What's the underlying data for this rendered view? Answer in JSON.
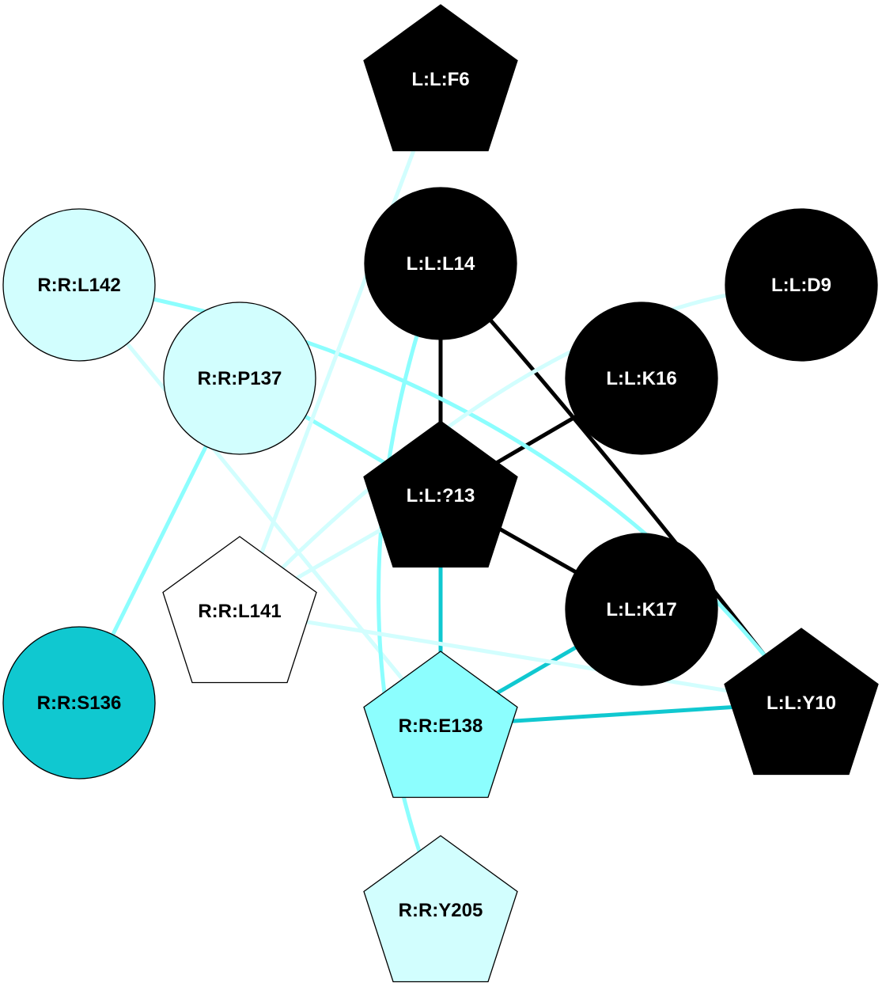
{
  "title": "Residue interaction network",
  "colors": {
    "black": "#000000",
    "white": "#ffffff",
    "pale_cyan": "#d2fefe",
    "cyan": "#8cfefe",
    "teal": "#10c8d0"
  },
  "nodes": [
    {
      "id": "F6",
      "label": "L:L:F6",
      "shape": "pentagon",
      "fill": "#000000",
      "text": "#ffffff"
    },
    {
      "id": "L14",
      "label": "L:L:L14",
      "shape": "circle",
      "fill": "#000000",
      "text": "#ffffff"
    },
    {
      "id": "D9",
      "label": "L:L:D9",
      "shape": "circle",
      "fill": "#000000",
      "text": "#ffffff"
    },
    {
      "id": "K16",
      "label": "L:L:K16",
      "shape": "circle",
      "fill": "#000000",
      "text": "#ffffff"
    },
    {
      "id": "Q13",
      "label": "L:L:?13",
      "shape": "pentagon",
      "fill": "#000000",
      "text": "#ffffff"
    },
    {
      "id": "K17",
      "label": "L:L:K17",
      "shape": "circle",
      "fill": "#000000",
      "text": "#ffffff"
    },
    {
      "id": "Y10",
      "label": "L:L:Y10",
      "shape": "pentagon",
      "fill": "#000000",
      "text": "#ffffff"
    },
    {
      "id": "L142",
      "label": "R:R:L142",
      "shape": "circle",
      "fill": "#d2fefe",
      "text": "#000000"
    },
    {
      "id": "P137",
      "label": "R:R:P137",
      "shape": "circle",
      "fill": "#d2fefe",
      "text": "#000000"
    },
    {
      "id": "L141",
      "label": "R:R:L141",
      "shape": "pentagon",
      "fill": "#ffffff",
      "text": "#000000"
    },
    {
      "id": "S136",
      "label": "R:R:S136",
      "shape": "circle",
      "fill": "#10c8d0",
      "text": "#000000"
    },
    {
      "id": "E138",
      "label": "R:R:E138",
      "shape": "pentagon",
      "fill": "#8cfefe",
      "text": "#000000"
    },
    {
      "id": "Y205",
      "label": "R:R:Y205",
      "shape": "pentagon",
      "fill": "#d2fefe",
      "text": "#000000"
    }
  ],
  "edges": [
    {
      "source": "L14",
      "target": "Q13",
      "color": "#000000"
    },
    {
      "source": "L14",
      "target": "Y10",
      "color": "#000000",
      "curved": true
    },
    {
      "source": "Q13",
      "target": "K16",
      "color": "#000000"
    },
    {
      "source": "Q13",
      "target": "K17",
      "color": "#000000"
    },
    {
      "source": "Q13",
      "target": "E138",
      "color": "#10c8d0"
    },
    {
      "source": "K17",
      "target": "E138",
      "color": "#10c8d0"
    },
    {
      "source": "E138",
      "target": "Y10",
      "color": "#10c8d0"
    },
    {
      "source": "L142",
      "target": "Y10",
      "color": "#8cfefe",
      "curved": true
    },
    {
      "source": "L142",
      "target": "E138",
      "color": "#d2fefe"
    },
    {
      "source": "P137",
      "target": "Q13",
      "color": "#8cfefe"
    },
    {
      "source": "P137",
      "target": "S136",
      "color": "#8cfefe"
    },
    {
      "source": "L14",
      "target": "Y205",
      "color": "#8cfefe",
      "curved": true
    },
    {
      "source": "F6",
      "target": "L141",
      "color": "#d2fefe"
    },
    {
      "source": "D9",
      "target": "L141",
      "color": "#d2fefe",
      "curved": true
    },
    {
      "source": "Q13",
      "target": "L141",
      "color": "#d2fefe"
    },
    {
      "source": "L141",
      "target": "Y10",
      "color": "#d2fefe"
    }
  ]
}
